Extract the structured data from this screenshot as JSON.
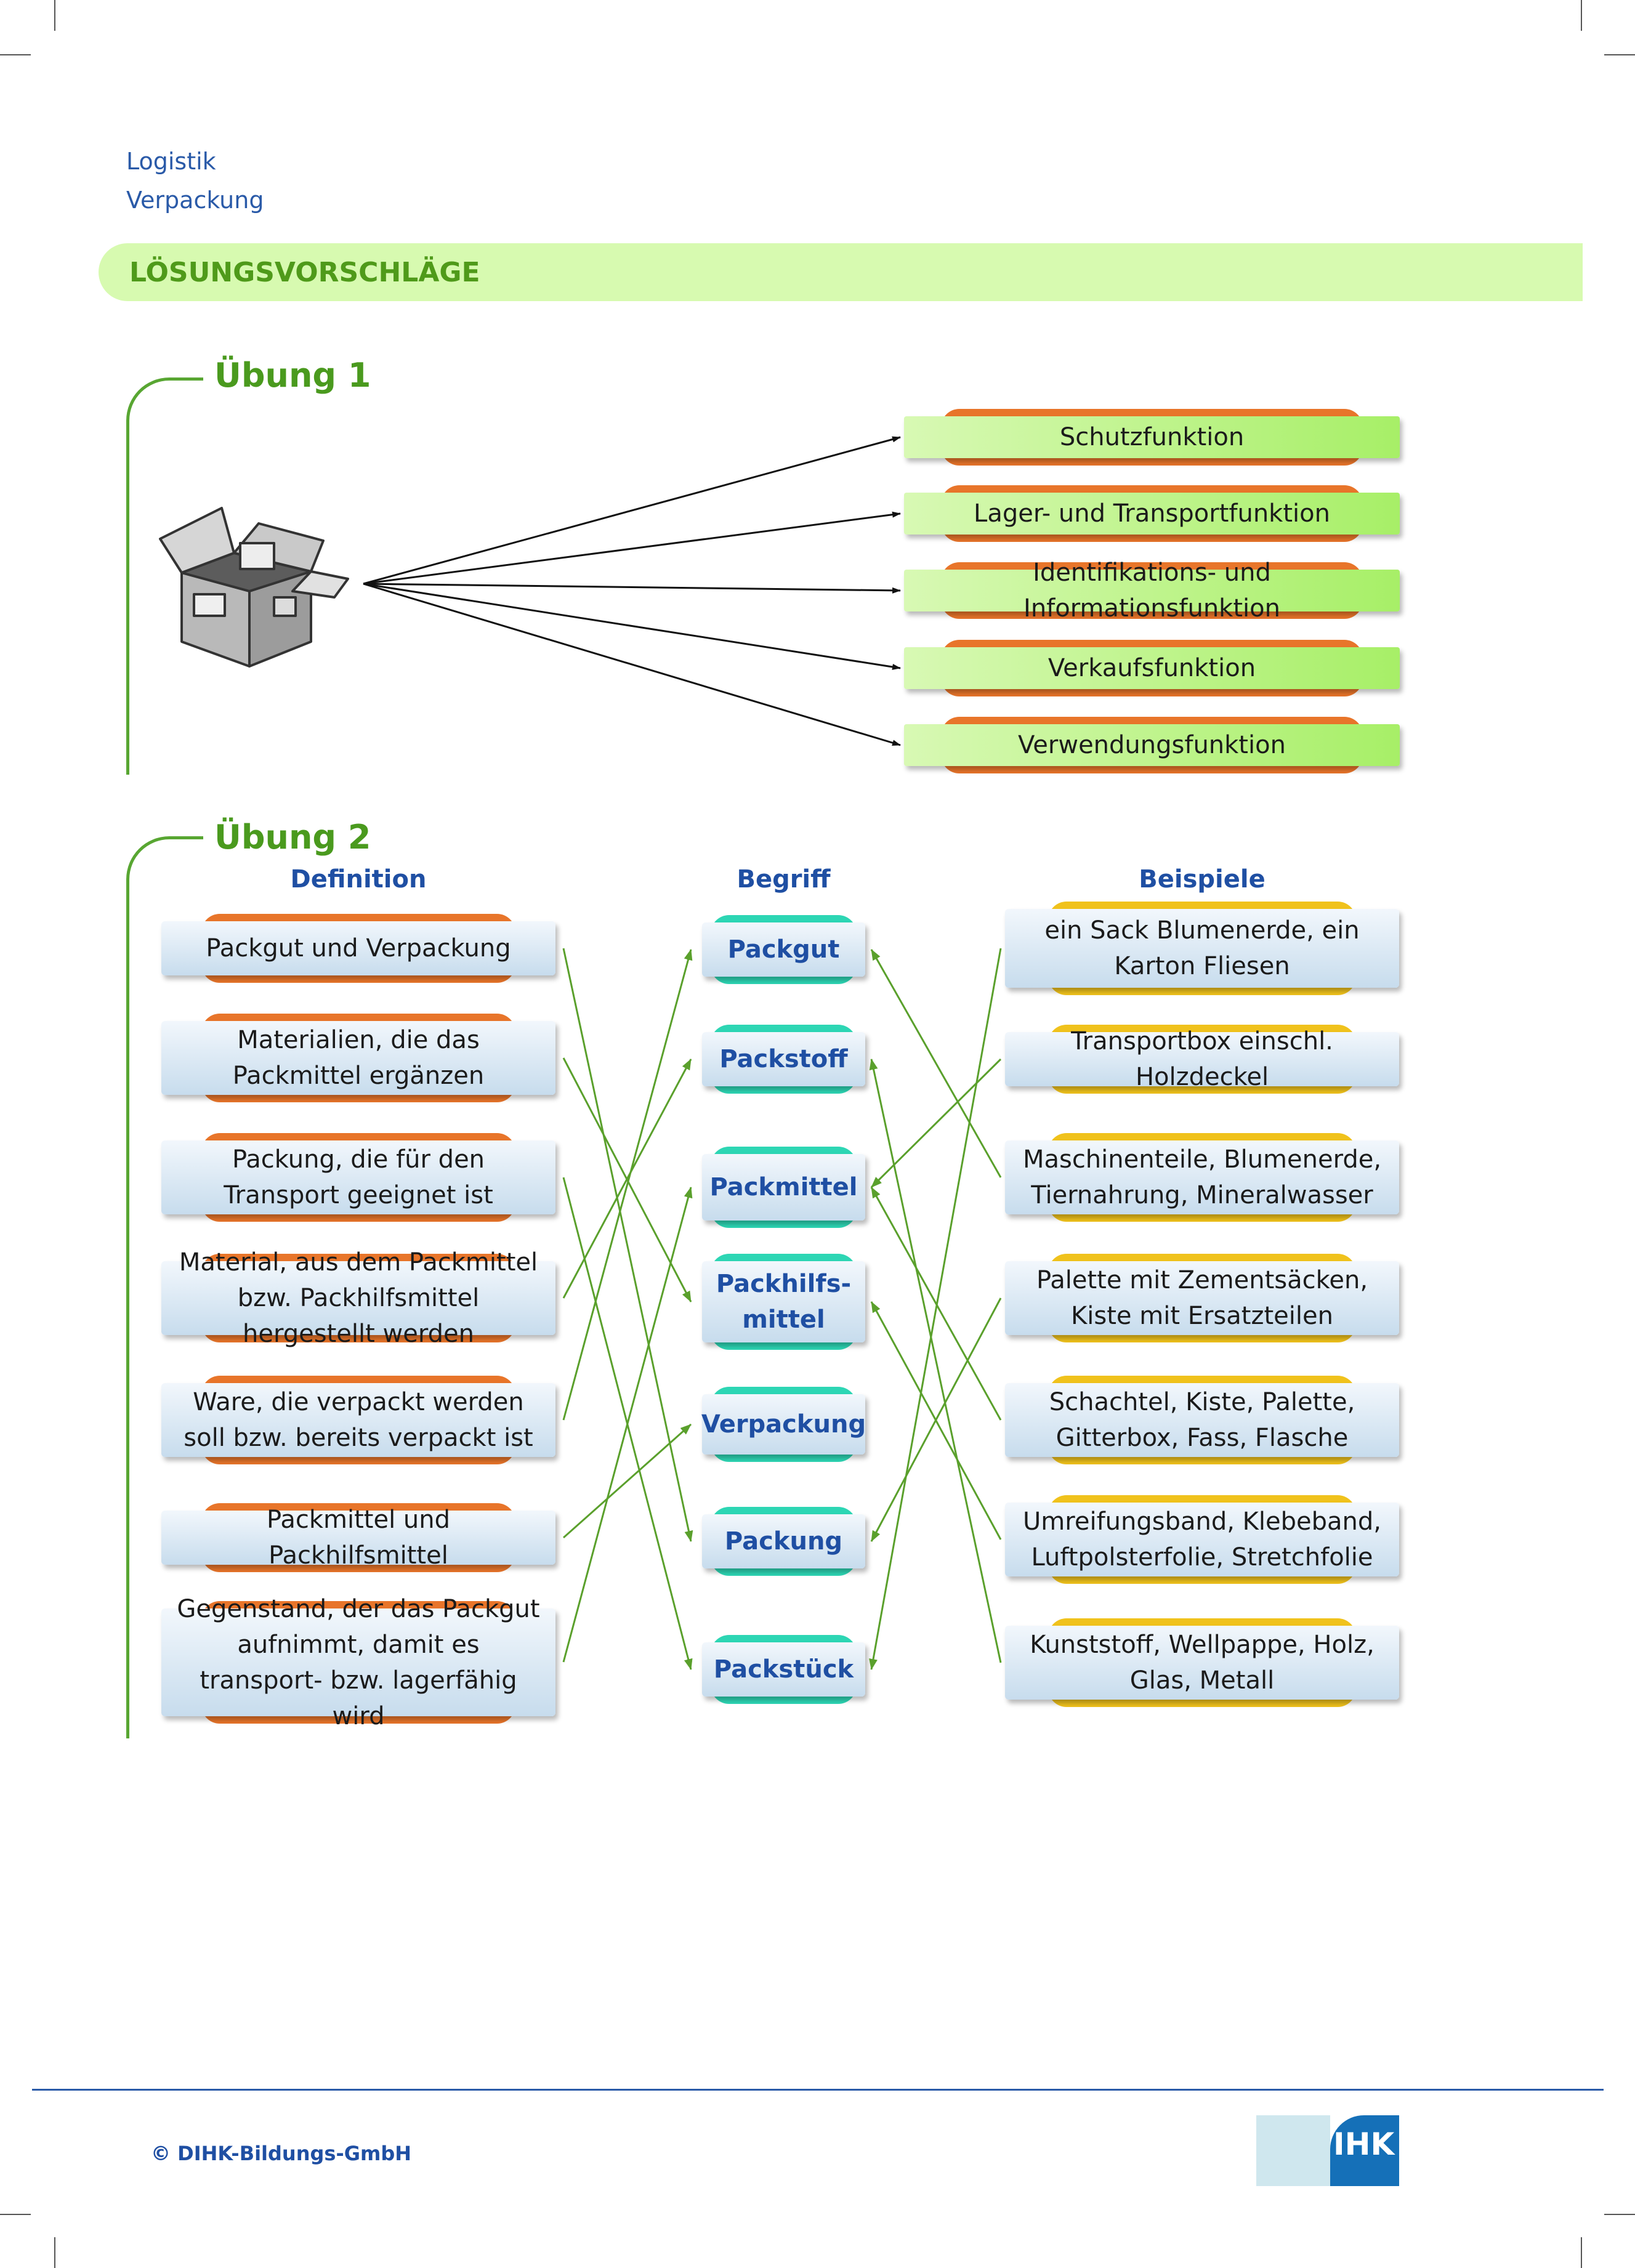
{
  "header": {
    "line1": "Logistik",
    "line2": "Verpackung"
  },
  "banner": {
    "title": "LÖSUNGSVORSCHLÄGE"
  },
  "uebung1": {
    "title": "Übung 1",
    "image": "box-icon",
    "functions": [
      "Schutzfunktion",
      "Lager- und Transportfunktion",
      "Identifikations- und Informationsfunktion",
      "Verkaufsfunktion",
      "Verwendungsfunktion"
    ]
  },
  "uebung2": {
    "title": "Übung 2",
    "col_definition": "Definition",
    "col_begriff": "Begriff",
    "col_beispiele": "Beispiele",
    "definitions": [
      "Packgut und Verpackung",
      "Materialien, die das Packmittel ergänzen",
      "Packung, die für den Transport geeignet ist",
      "Material, aus dem Packmittel bzw. Packhilfsmittel hergestellt werden",
      "Ware, die verpackt werden soll bzw. bereits verpackt ist",
      "Packmittel und Packhilfsmittel",
      "Gegenstand, der das Packgut aufnimmt, damit es transport- bzw. lagerfähig wird"
    ],
    "terms": [
      "Packgut",
      "Packstoff",
      "Packmittel",
      "Packhilfs-\nmittel",
      "Verpackung",
      "Packung",
      "Packstück"
    ],
    "examples": [
      "ein Sack Blumenerde, ein Karton Fliesen",
      "Transportbox einschl. Holzdeckel",
      "Maschinenteile, Blumenerde, Tiernahrung, Mineralwasser",
      "Palette mit Zementsäcken, Kiste mit Ersatzteilen",
      "Schachtel, Kiste, Palette, Gitterbox, Fass, Flasche",
      "Umreifungsband, Klebeband, Luftpolsterfolie, Stretchfolie",
      "Kunststoff, Wellpappe, Holz, Glas, Metall"
    ],
    "arrow_color": "#5aa02c"
  },
  "footer": {
    "copyright": "© DIHK-Bildungs-GmbH",
    "logo": "IHK"
  }
}
